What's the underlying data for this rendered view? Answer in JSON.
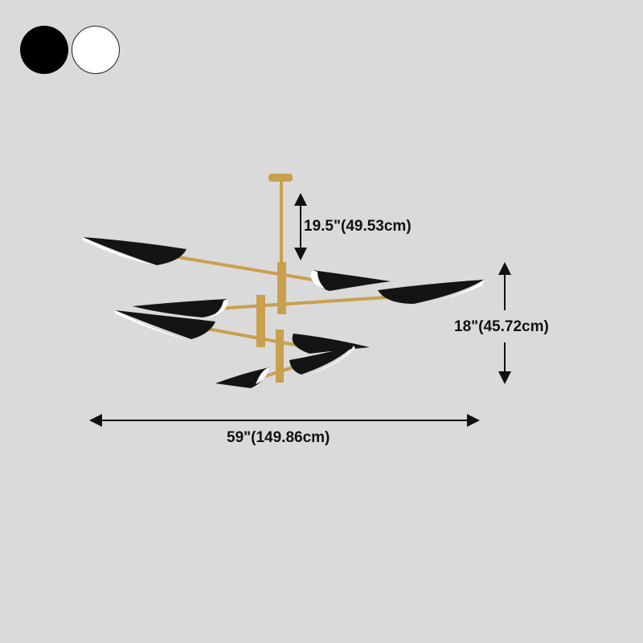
{
  "color_options": [
    {
      "name": "black",
      "color": "#000000"
    },
    {
      "name": "white",
      "color": "#ffffff"
    }
  ],
  "dimensions": {
    "rod_height": "19.5\"(49.53cm)",
    "total_height": "18\"(45.72cm)",
    "width": "59\"(149.86cm)"
  },
  "colors": {
    "background": "#dadada",
    "brass": "#c9a04e",
    "shade": "#141414"
  }
}
